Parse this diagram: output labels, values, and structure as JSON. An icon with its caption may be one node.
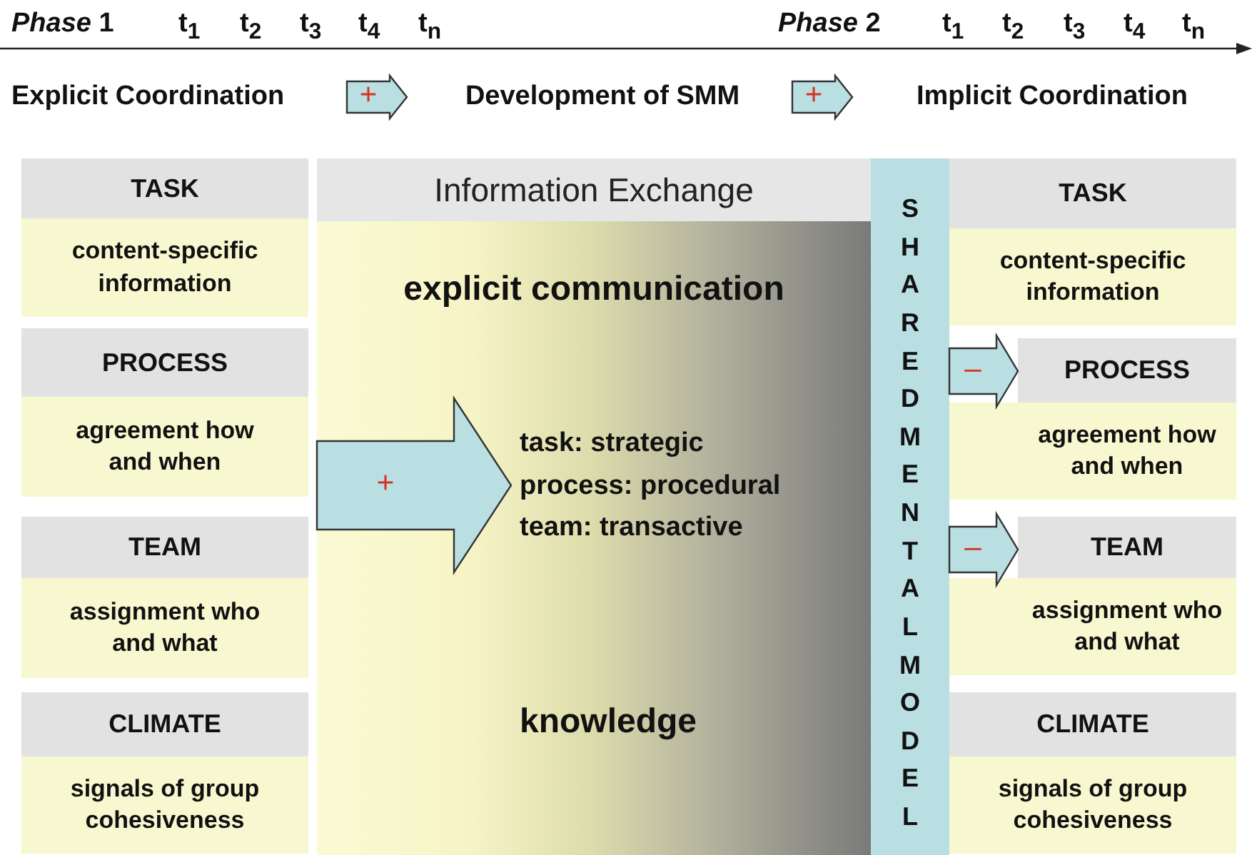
{
  "diagram": {
    "nodes": [
      {
        "text": [
          "Explicit Coordination"
        ]
      },
      {
        "text": [
          "Development of SMM"
        ]
      },
      {
        "text": [
          "Implicit Coordination"
        ]
      },
      {
        "text": [
          "TASK",
          "content-specific information"
        ]
      },
      {
        "text": [
          "PROCESS",
          "agreement how and when"
        ]
      },
      {
        "text": [
          "TEAM",
          "assignment who and what"
        ]
      },
      {
        "text": [
          "CLIMATE",
          "signals of group cohesiveness"
        ]
      },
      {
        "text": [
          "Information Exchange",
          "explicit communication",
          "knowledge"
        ]
      },
      {
        "text": [
          "task: strategic",
          "process: procedural",
          "team: transactive"
        ],
        "in": 7
      },
      {
        "text": [
          "SHARED MENTAL MODEL"
        ]
      },
      {
        "text": [
          "TASK",
          "content-specific information"
        ]
      },
      {
        "text": [
          "PROCESS",
          "agreement how and when"
        ]
      },
      {
        "text": [
          "TEAM",
          "assignment who and what"
        ]
      },
      {
        "text": [
          "CLIMATE",
          "signals of group cohesiveness"
        ]
      }
    ],
    "edges": [
      {
        "from": 0,
        "to": 1,
        "arrow": "to",
        "label": "+"
      },
      {
        "from": 1,
        "to": 2,
        "arrow": "to",
        "label": "+"
      },
      {
        "from": null,
        "to": 8,
        "arrow": "to",
        "label": "+"
      },
      {
        "from": 9,
        "to": 11,
        "arrow": "to",
        "label": "–"
      },
      {
        "from": 9,
        "to": 12,
        "arrow": "to",
        "label": "–"
      }
    ],
    "labels": [
      "*Phase* 1",
      "t$_{1}$",
      "t$_{2}$",
      "t$_{3}$",
      "t$_{4}$",
      "t$_{n}$",
      "*Phase* 2",
      "t$_{1}$",
      "t$_{2}$",
      "t$_{3}$",
      "t$_{4}$",
      "t$_{n}$"
    ]
  }
}
